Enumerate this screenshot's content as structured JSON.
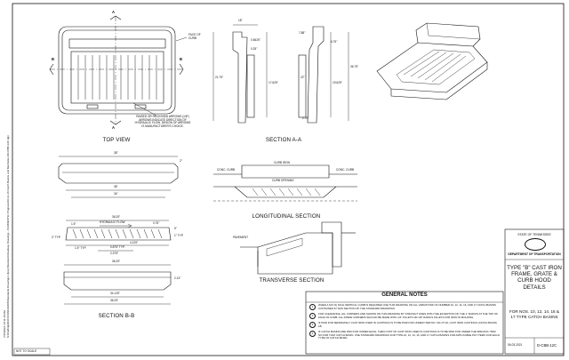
{
  "views": {
    "top_view": "TOP VIEW",
    "section_aa": "SECTION A-A",
    "section_bb": "SECTION B-B",
    "longitudinal": "LONGITUDINAL SECTION",
    "transverse": "TRANSVERSE SECTION"
  },
  "markers": {
    "a_top": "A",
    "a_bottom": "A",
    "b_left": "B",
    "b_right": "B"
  },
  "top_view_notes": {
    "face_of_curb": "FACE OF CURB",
    "arrows_note": "RAISED OR RECESSED ARROWS (1/8\") ARROWS INDICATE DIRECTION OF HYDRAULIC FLOW. DESIGN OF ARROWS IS MANUFACTURER'S CHOICE."
  },
  "section_aa_dims": {
    "d1": "18\"",
    "d2": "0.5625\"",
    "d3": "0.25\"",
    "d4": "7.88\"",
    "d5": "6.75\"",
    "d6": "36.75\"",
    "d7": "21.75\"",
    "d8": "17.625\"",
    "d9": "22\"",
    "d10": "19.625\"",
    "d11": "2.75\""
  },
  "bb_top_dims": {
    "d1": "38\"",
    "d2": "2\"",
    "d3": "36\"",
    "d4": "34\""
  },
  "bb_mid_dims": {
    "d1": "36.25\"",
    "hydraulic": "HYDRAULIC FLOW",
    "d2": "1.5\"",
    "d3": "2\" TYP.",
    "d4": "1.5\" TYP.",
    "d5": "4.125\"",
    "d6": "0.875\" TYP.",
    "d7": "2.375\"",
    "d8": "5\"",
    "d9": "1\" TYP.",
    "d10": "0.75\""
  },
  "bb_bot_dims": {
    "d1": "36.25\"",
    "d2": "2.13\"",
    "d3": "34.125\"",
    "d4": "36.25\""
  },
  "longitudinal_labels": {
    "conc_curb_left": "CONC. CURB",
    "curb_iron": "CURB IRON",
    "conc_curb_right": "CONC. CURB",
    "curb_opening": "CURB OPENING"
  },
  "transverse_labels": {
    "pavement": "PAVEMENT"
  },
  "general_notes": {
    "title": "GENERAL NOTES",
    "items": [
      {
        "num": "1",
        "text": "WHEN A SIX (6) INCH VERTICAL CURB IS REQUIRED USE THIS DRAWING ON ALL VARIATIONS OF NUMBER 10, 12, 14, 16, AND 17 CATCH BASINS CONTAINED IN THIS SECTION OF THE STANDARD DRAWINGS."
      },
      {
        "num": "2",
        "text": "FOR CLEARANCE, ALL CORNERS AND SHOWN ON THIS DRAWING BY STRAIGHT LINES WITH THE EXCEPTION OF THE 1\" RADIUS AT THE TOP OF FACE OF CURB. ALL INSIDE CORNERS SHOULD BE MADE WITH 1/4\" FILLETS OR 1/8\" RADIUS FILLETS FOR IRON IN MOLDING."
      },
      {
        "num": "3",
        "text": "IF PAID FOR SEPARATELY CAST IRON USED IN CASTINGS IS TO BE PAID FOR UNDER ITEM NO. 611-07.02, CAST IRON CASTINGS (CATCH BASIN) LB."
      },
      {
        "num": "4",
        "text": "IF CATCH BASINS ARE PAID FOR UNDER EACH, THEN COST OF CAST IRON USED IN CASTINGS IS TO BE PAID FOR UNDER THE SPECIFIC ITEM NO FOR THAT CATCH BASIN. USE STANDARD DRAWINGS FOR TYPE 10, 12, 14, 16, AND 17 CATCH BASINS FOR APPLICABLE PAY ITEMS FOR EACH TYPE OF CATCH BASIN."
      }
    ]
  },
  "title_block": {
    "state": "STATE OF TENNESSEE",
    "dept": "DEPARTMENT OF TRANSPORTATION",
    "heading": "TYPE \"B\" CAST IRON FRAME, GRATE & CURB HOOD DETAILS",
    "sub": "FOR NOS. 10, 12, 14, 16 & 17 TYPE CATCH BASINS",
    "date": "06-03-2021",
    "drawing_no": "D-CBB-12C"
  },
  "side_text": {
    "file_path": "S:\\Drafting\\2021\\STANDARDS\\Standards Drawings Library\\Standard Roadway Drawings - CURRENT\\In Progress\\10-12-16 Catch Basins and Manholes 2\\D-CBB-12C.dgn",
    "date_line": "7/16/2021 10:11:18 AM"
  },
  "scale_note": "NOT TO SCALE"
}
